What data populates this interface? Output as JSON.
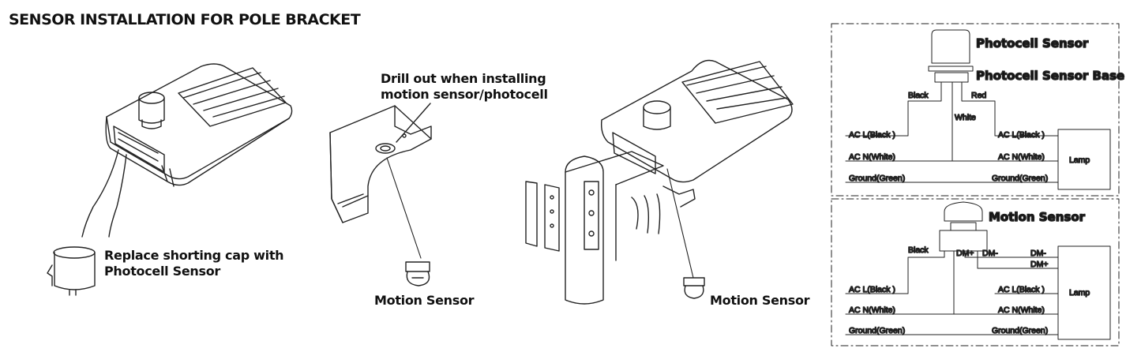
{
  "title": "SENSOR INSTALLATION FOR POLE BRACKET",
  "panel1": {
    "caption_line1": "Replace shorting cap with",
    "caption_line2": "Photocell Sensor"
  },
  "panel2": {
    "callout_line1": "Drill out when installing",
    "callout_line2": "motion sensor/photocell",
    "caption": "Motion Sensor"
  },
  "panel3": {
    "caption": "Motion Sensor"
  },
  "wiring_top": {
    "sensor": "Photocell Sensor",
    "base": "Photocell Sensor Base",
    "black": "Black",
    "red": "Red",
    "white": "White",
    "acl_left": "AC  L(Black )",
    "acl_right": "AC  L(Black )",
    "acn_left": "AC  N(White)",
    "acn_right": "AC  N(White)",
    "gnd_left": "Ground(Green)",
    "gnd_right": "Ground(Green)",
    "lamp": "Lamp"
  },
  "wiring_bottom": {
    "sensor": "Motion Sensor",
    "black": "Black",
    "dm_plus": "DM+",
    "dm_minus": "DM-",
    "dm_minus_right": "DM-",
    "dm_plus_right": "DM+",
    "acl_left": "AC  L(Black )",
    "acl_right": "AC  L(Black )",
    "acn_left": "AC  N(White)",
    "acn_right": "AC  N(White)",
    "gnd_left": "Ground(Green)",
    "gnd_right": "Ground(Green)",
    "lamp": "Lamp"
  }
}
